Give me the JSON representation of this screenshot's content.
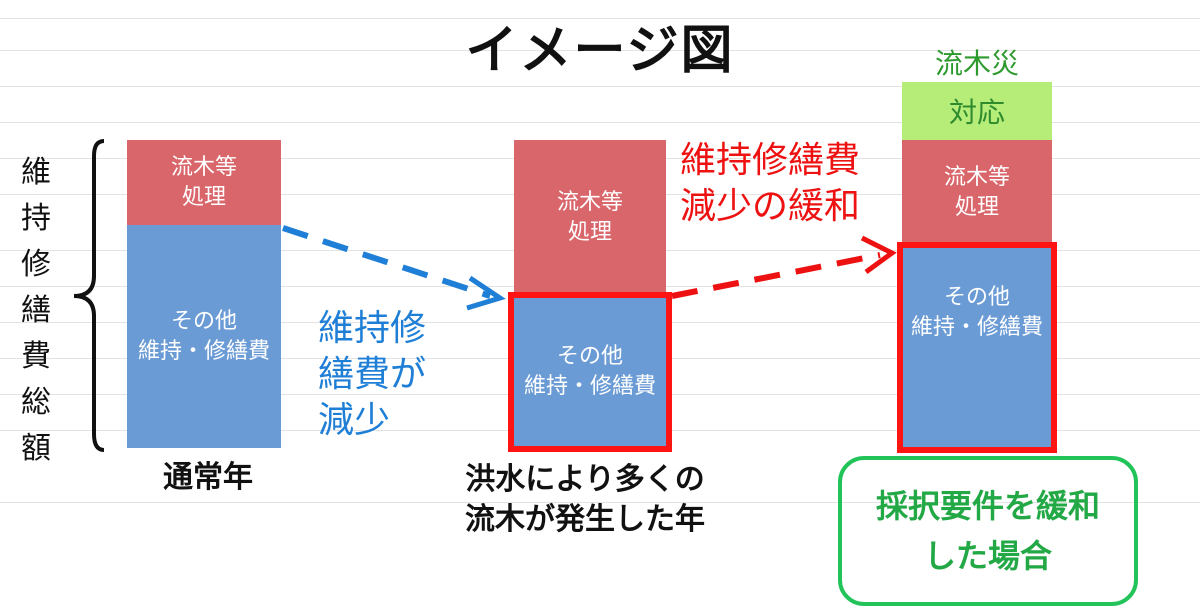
{
  "title": "イメージ図",
  "y_axis_label": "維持修繕費総額",
  "columns": [
    {
      "caption": "通常年",
      "top_label": "流木等\n処理",
      "bottom_label": "その他\n維持・修繕費"
    },
    {
      "caption": "洪水により多くの\n流木が発生した年",
      "top_label": "流木等\n処理",
      "bottom_label": "その他\n維持・修繕費"
    },
    {
      "caption": "採択要件を緩和\nした場合",
      "extra_top_label": "流木災",
      "extra_label": "対応",
      "top_label": "流木等\n処理",
      "bottom_label": "その他\n維持・修繕費"
    }
  ],
  "annotations": {
    "decrease": "維持修\n繕費が\n減少",
    "mitigation": "維持修繕費\n減少の緩和"
  },
  "colors": {
    "maintenance": "#6b9bd5",
    "driftwood": "#d9666a",
    "disaster": "#b6ec78",
    "highlight": "#ff1414",
    "decrease_arrow": "#1f7fd6",
    "mitigation_arrow": "#ee1111",
    "case_box": "#22c45a"
  }
}
